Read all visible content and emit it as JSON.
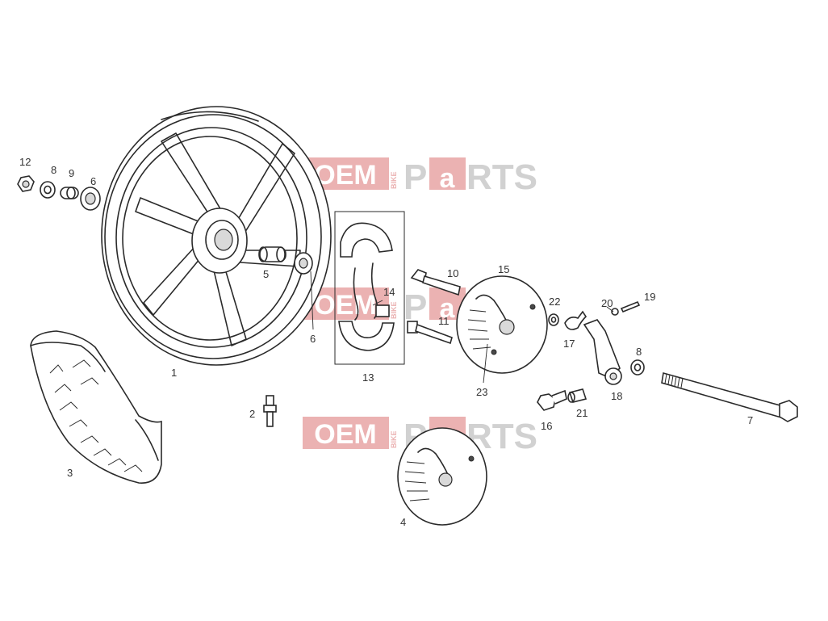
{
  "watermark": {
    "oem": "OEM",
    "bike": "BIKE",
    "p": "P",
    "a": "a",
    "rts": "RTS",
    "red": "#e8a5a5",
    "grey": "#c9c9c9"
  },
  "callouts": {
    "c1": "1",
    "c2": "2",
    "c3": "3",
    "c4": "4",
    "c5": "5",
    "c6a": "6",
    "c6b": "6",
    "c7": "7",
    "c8a": "8",
    "c8b": "8",
    "c9": "9",
    "c10": "10",
    "c11": "11",
    "c12": "12",
    "c13": "13",
    "c14": "14",
    "c15": "15",
    "c16": "16",
    "c17": "17",
    "c18": "18",
    "c19": "19",
    "c20": "20",
    "c21": "21",
    "c22": "22",
    "c23": "23"
  },
  "icons": {
    "wheel": "wheel-icon",
    "tire": "tire-icon",
    "brake_plate": "brake-plate-icon",
    "axle": "axle-bolt-icon",
    "brake_shoes": "brake-shoes-icon"
  }
}
